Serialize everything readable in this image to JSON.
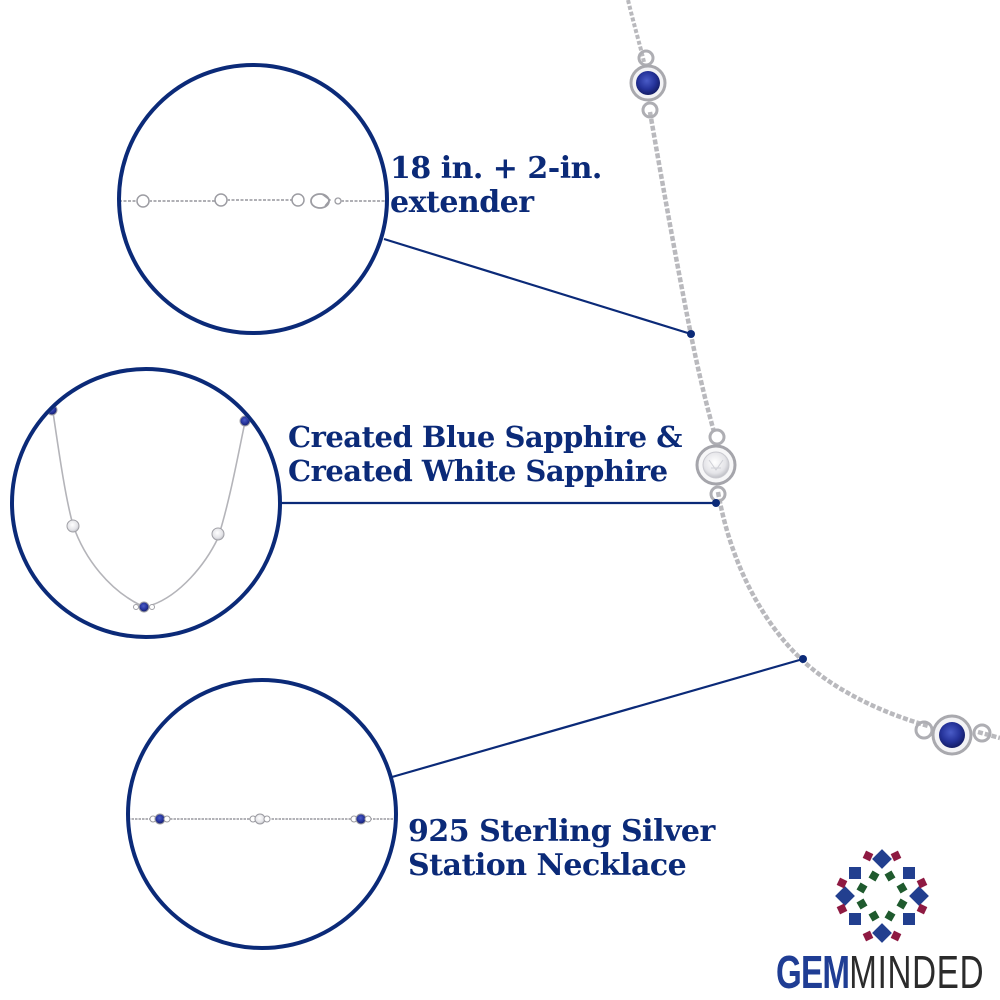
{
  "callouts": [
    {
      "id": "extender",
      "lines": [
        "18 in. + 2-in.",
        "extender"
      ]
    },
    {
      "id": "gemstones",
      "lines": [
        "Created Blue Sapphire &",
        "Created White Sapphire"
      ]
    },
    {
      "id": "metal",
      "lines": [
        "925 Sterling Silver",
        "Station Necklace"
      ]
    }
  ],
  "brand": {
    "name_bold": "GEM",
    "name_light": "MINDED",
    "logo_icon": "gem-rosette-icon"
  },
  "colors": {
    "accent_navy": "#0b2a78",
    "sapphire_blue": "#22318f",
    "silver": "#b8b8bc",
    "logo_blue": "#223f8f",
    "logo_green": "#1f5a2e",
    "logo_red": "#8e1a42"
  },
  "zoom_circles": [
    {
      "id": "clasp-detail",
      "depicts": "chain with extender rings and lobster clasp"
    },
    {
      "id": "full-necklace",
      "depicts": "full necklace view with blue and white sapphire stations"
    },
    {
      "id": "station-detail",
      "depicts": "straight chain with blue, white, blue stations"
    }
  ]
}
